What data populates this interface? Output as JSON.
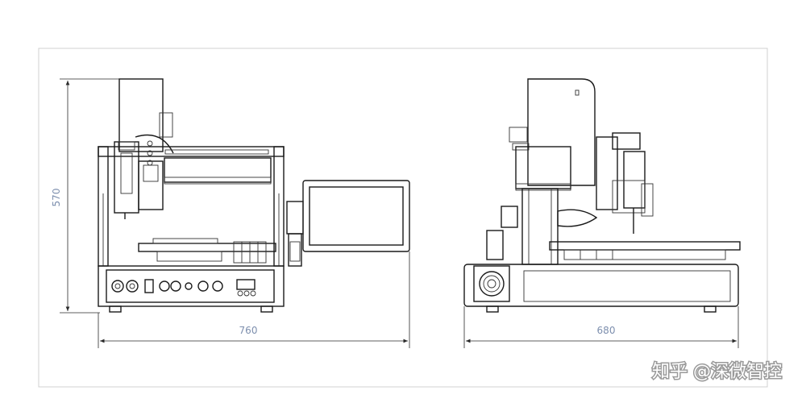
{
  "dimensions": {
    "height": "570",
    "front_width": "760",
    "side_width": "680"
  },
  "watermark": "知乎 @深微智控",
  "colors": {
    "line": "#1a1a1a",
    "dimension_text": "#7d8fae",
    "background": "#ffffff",
    "frame": "#d0d0d0"
  }
}
